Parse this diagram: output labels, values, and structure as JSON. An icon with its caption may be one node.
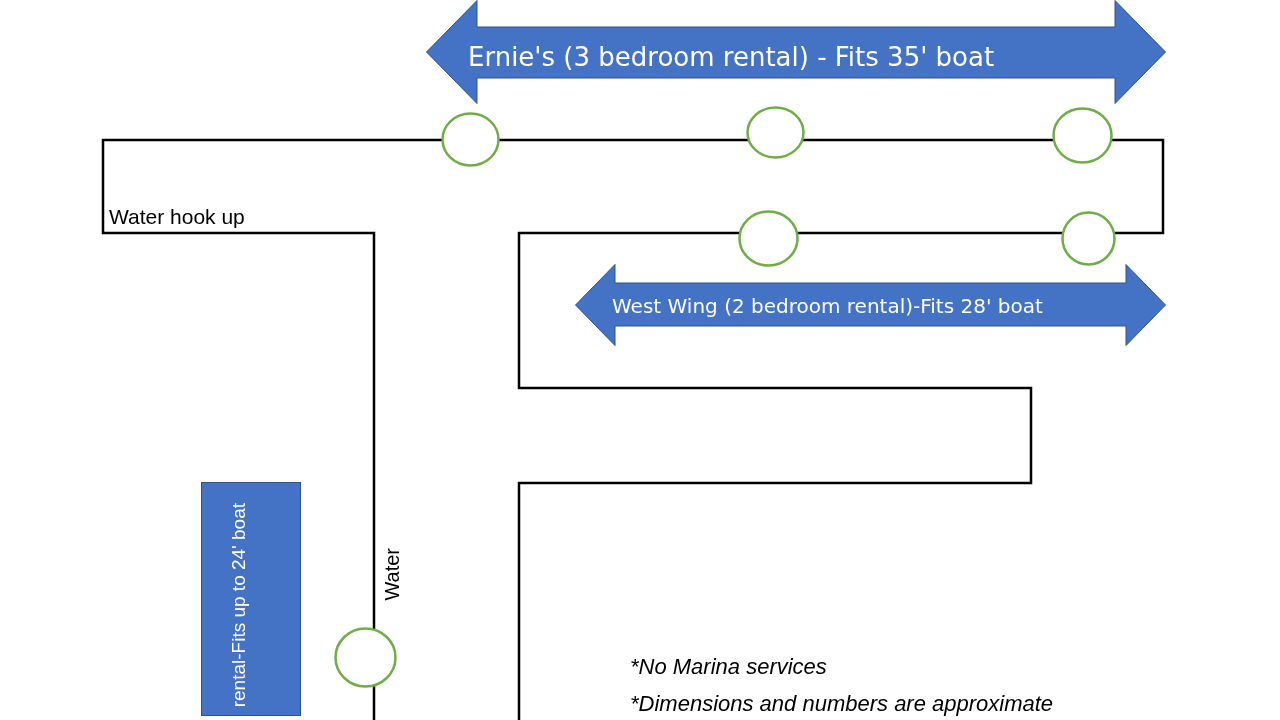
{
  "diagram": {
    "nodes": [
      {
        "text": [
          "Ernie's (3 bedroom rental) - Fits 35' boat"
        ]
      },
      {
        "text": [
          "West Wing (2 bedroom rental)-Fits 28' boat"
        ]
      },
      {
        "text": [
          "rental-Fits up to 24' boat"
        ]
      }
    ],
    "labels": [
      "Water hook up",
      "Water",
      "*No Marina services",
      "*Dimensions and numbers are approximate"
    ]
  }
}
